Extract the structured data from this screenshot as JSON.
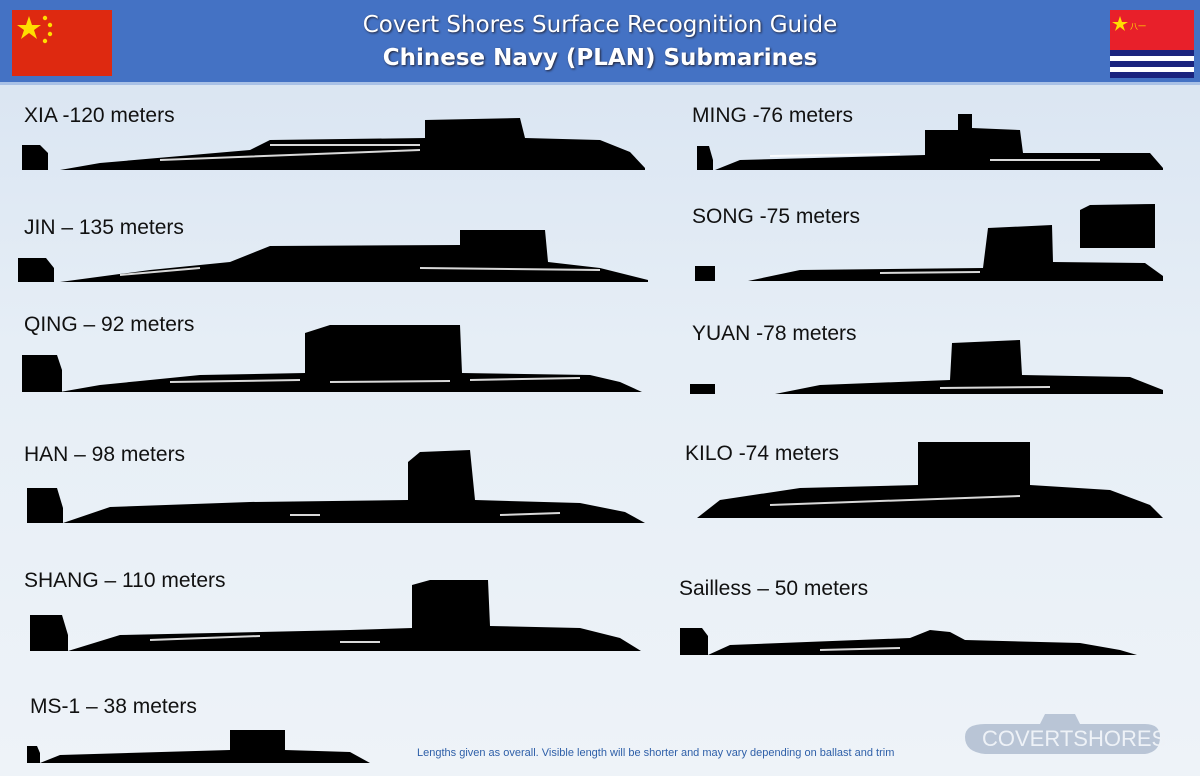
{
  "header": {
    "title": "Covert Shores Surface Recognition Guide",
    "subtitle": "Chinese Navy (PLAN) Submarines"
  },
  "submarines": [
    {
      "label": "XIA -120 meters"
    },
    {
      "label": "JIN – 135 meters"
    },
    {
      "label": "QING – 92 meters"
    },
    {
      "label": "HAN – 98 meters"
    },
    {
      "label": "SHANG – 110 meters"
    },
    {
      "label": "MS-1 – 38 meters"
    },
    {
      "label": "MING -76 meters"
    },
    {
      "label": "SONG -75 meters"
    },
    {
      "label": "YUAN -78 meters"
    },
    {
      "label": "KILO -74 meters"
    },
    {
      "label": "Sailless – 50 meters"
    }
  ],
  "footer": {
    "note": "Lengths given as overall. Visible length will be shorter and may vary depending on ballast and trim"
  },
  "logo": {
    "name": "COVERTSHORES",
    "url": "www.hisutton.com"
  },
  "colors": {
    "header": "#4472c4",
    "flag_red": "#de2910",
    "star": "#ffde00",
    "silhouette": "#000000"
  }
}
